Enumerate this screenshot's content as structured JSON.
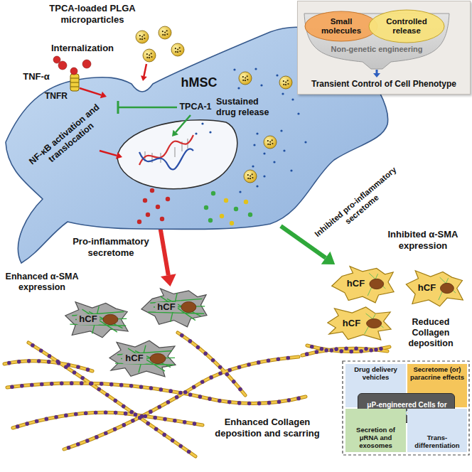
{
  "diagram": {
    "nodes": [
      {
        "text": [
          "hMSC"
        ]
      },
      {
        "text": [
          "Transient Control of Cell Phenotype"
        ]
      },
      {
        "text": [
          "Small molecules"
        ],
        "in": 1
      },
      {
        "text": [
          "Controlled release"
        ],
        "in": 1
      },
      {
        "text": [
          "Non-genetic engineering"
        ],
        "in": 1
      },
      {
        "text": [
          "hCF"
        ]
      },
      {
        "text": [
          "hCF"
        ]
      },
      {
        "text": [
          "hCF"
        ]
      },
      {
        "text": [
          "hCF"
        ]
      },
      {
        "text": [
          "hCF"
        ]
      },
      {
        "text": [
          "hCF"
        ]
      },
      {
        "text": [
          "Drug delivery vehicles"
        ]
      },
      {
        "text": [
          "Secretome (or) paracrine effects"
        ]
      },
      {
        "text": [
          "μP-engineered Cells for Cell-based Therapy"
        ]
      },
      {
        "text": [
          "Secretion of μRNA and exosomes"
        ]
      },
      {
        "text": [
          "Trans-differentiation"
        ]
      }
    ],
    "edges": [
      {
        "from": 0,
        "to": 9,
        "arrow": "to"
      },
      {
        "from": 0,
        "to": 5,
        "arrow": "to"
      }
    ],
    "labels": [
      "TPCA-loaded PLGA microparticles",
      "Internalization",
      "TNF-α",
      "TNFR",
      "NF-κB activation and translocation",
      "TPCA-1",
      "Sustained drug release",
      "Pro-inflammatory secretome",
      "Inhibited pro-inflammatory secretome",
      "Inhibited α-SMA expression",
      "Reduced Collagen deposition",
      "Enhanced α-SMA expression",
      "Enhanced Collagen deposition and scarring"
    ]
  }
}
